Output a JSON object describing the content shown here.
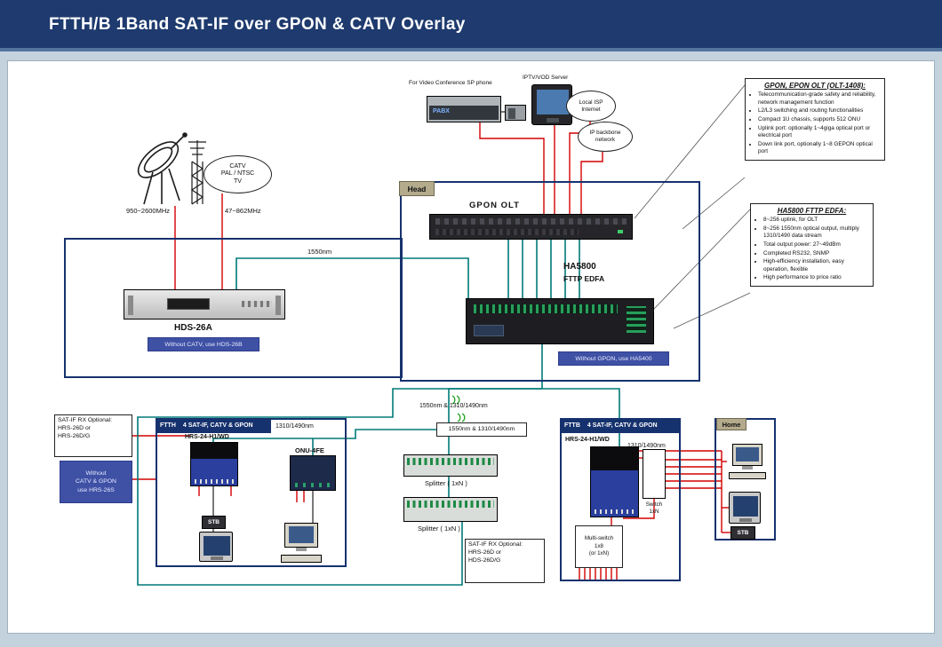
{
  "title": "FTTH/B 1Band SAT-IF over GPON & CATV Overlay",
  "colors": {
    "header_bg": "#1e3a6e",
    "fiber_line": "#007a78",
    "rf_line": "#d40000",
    "label_blue": "#3f51a5",
    "box_navy": "#16326e"
  },
  "top": {
    "video_conf_label": "For Video Conference SP phone",
    "pabx_label": "PABX",
    "iptv_label": "IPTV/VOD Server",
    "local_isp_line1": "Local ISP",
    "local_isp_line2": "Internet",
    "backbone_line1": "IP backbone",
    "backbone_line2": "network",
    "catv_line1": "CATV",
    "catv_line2": "PAL / NTSC",
    "catv_line3": "TV",
    "sat_freq": "950~2600MHz",
    "ant_freq": "47~862MHz"
  },
  "head": {
    "tag": "Head",
    "olt_label": "GPON  OLT",
    "edfa_name": "HA5800",
    "edfa_sub": "FTTP EDFA",
    "without_gpon": "Without GPON, use HA5400"
  },
  "olt_info": {
    "title": "GPON, EPON OLT  (OLT-1408):",
    "bullets": [
      "Telecommunication-grade safety and reliability, network management function",
      "L2/L3 switching and routing functionalities",
      "Compact 1U chassis, supports 512 ONU",
      "Uplink port: optionally 1~4giga optical port or electrical port",
      "Down link port, optionally 1~8 GEPON optical port"
    ]
  },
  "edfa_info": {
    "title": "HA5800 FTTP EDFA:",
    "bullets": [
      "8~256 uplink, for OLT",
      "8~256 1550nm optical output, multiply 1310/1490 data stream",
      "Total output power: 27~49dBm",
      "Completed RS232, SNMP",
      "High-efficiency installation, easy operation, flexible",
      "High performance to price ratio"
    ]
  },
  "hds": {
    "label": "HDS-26A",
    "without_catv": "Without CATV, use HDS-26B",
    "wavelength": "1550nm"
  },
  "dist": {
    "wave1": "1550nm & 1310/1490nm",
    "wave2": "1550nm & 1310/1490nm",
    "splitter1": "Splitter ( 1xN )",
    "splitter2": "Splitter ( 1xN )"
  },
  "ftth": {
    "tag": "FTTH",
    "header": "4 SAT-IF,  CATV  &  GPON",
    "wavelength": "1310/1490nm",
    "hrs": "HRS-24-H1/WD",
    "onu": "ONU-4FE",
    "stb": "STB"
  },
  "sat_if_left": {
    "line1": "SAT-IF RX Optional:",
    "line2": "HRS-26D or",
    "line3": "HRS-26D/G"
  },
  "without_hrs": {
    "line1": "Without",
    "line2": "CATV & GPON",
    "line3": "use HRS-26S"
  },
  "fttb": {
    "tag": "FTTB",
    "header": "4 SAT-IF,  CATV  &  GPON",
    "hrs": "HRS-24-H1/WD",
    "wavelength": "1310/1490nm",
    "switch_line1": "Switch",
    "switch_line2": "1xN",
    "ms_line1": "Multi-switch",
    "ms_line2": "1x8",
    "ms_line3": "(or 1xN)"
  },
  "sat_if_right": {
    "line1": "SAT-IF RX Optional:",
    "line2": "HRS-26D or",
    "line3": "HDS-26D/G"
  },
  "home": {
    "tag": "Home",
    "stb": "STB"
  }
}
